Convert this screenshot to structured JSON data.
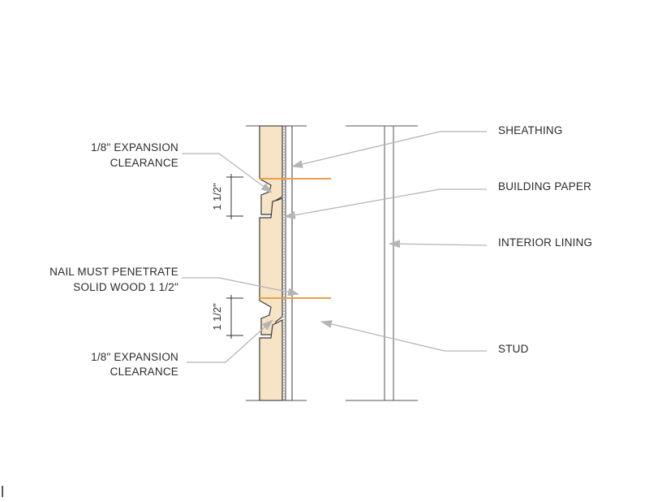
{
  "diagram": {
    "labels": {
      "sheathing": "SHEATHING",
      "building_paper": "BUILDING PAPER",
      "interior_lining": "INTERIOR LINING",
      "stud": "STUD",
      "expansion_top_line1": "1/8\" EXPANSION",
      "expansion_top_line2": "CLEARANCE",
      "nail_line1": "NAIL MUST PENETRATE",
      "nail_line2": "SOLID WOOD 1 1/2\"",
      "expansion_bottom_line1": "1/8\" EXPANSION",
      "expansion_bottom_line2": "CLEARANCE"
    },
    "dimensions": {
      "upper": "1 1/2\"",
      "lower": "1 1/2\""
    },
    "colors": {
      "siding": "#f7e3c6",
      "nail": "#e8a24a",
      "leader": "#b5b5b5",
      "line": "#555555"
    }
  }
}
